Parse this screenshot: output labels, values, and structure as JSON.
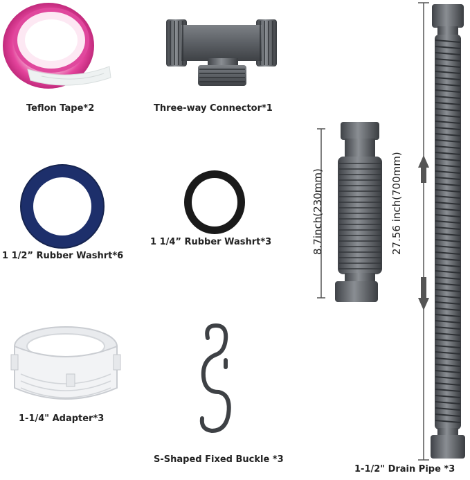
{
  "items": {
    "teflon_tape": "Teflon Tape*2",
    "three_way_connector": "Three-way Connector*1",
    "washer_large": "1 1/2” Rubber Washrt*6",
    "washer_small": "1 1/4” Rubber Washrt*3",
    "adapter": "1-1/4\" Adapter*3",
    "s_buckle": "S-Shaped Fixed Buckle *3",
    "drain_pipe": "1-1/2\" Drain Pipe *3"
  },
  "dimensions": {
    "short_pipe": "8.7inch(230mm)",
    "long_pipe": "27.56 inch(700mm)"
  },
  "colors": {
    "tape_pink": "#e8389a",
    "pipe_gray": "#5a5e63",
    "washer_blue": "#1d2f6b",
    "washer_black": "#1a1a1a",
    "adapter_white": "#f2f3f5"
  }
}
